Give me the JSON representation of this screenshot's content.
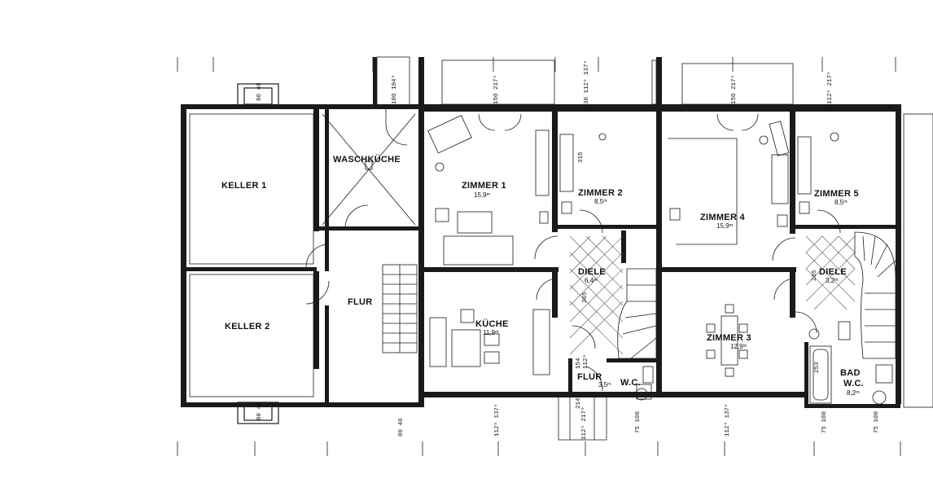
{
  "rooms": {
    "keller1": "KELLER  1",
    "keller2": "KELLER  2",
    "waschkueche": "WASCHKÜCHE",
    "flur_basement": "FLUR",
    "zimmer1": "ZIMMER  1",
    "zimmer1_area": "15,9ᵐ",
    "zimmer2": "ZIMMER  2",
    "zimmer2_area": "8,5ᵐ",
    "diele1": "DIELE",
    "diele1_area": "6,4ᵐ",
    "kueche": "KÜCHE",
    "kueche_area": "11,9ᵐ",
    "flur_ground": "FLUR",
    "flur_ground_area": "3,5ᵐ",
    "wc1": "W.C.",
    "zimmer4": "ZIMMER  4",
    "zimmer4_area": "15,9ᵐ",
    "zimmer5": "ZIMMER  5",
    "zimmer5_area": "8,5ᵐ",
    "diele2": "DIELE",
    "diele2_area": "3,2ᵐ",
    "zimmer3": "ZIMMER  3",
    "zimmer3_area": "12,9ᵐ",
    "bad": "BAD",
    "wc2": "W.C.",
    "bad_area": "8,2ᵐ"
  },
  "dimensions": {
    "d_80_40_top": "80 40",
    "d_80_40_bottom": "80 40",
    "d_100_1943": "100 194³",
    "d_150_2173_a": "150 217⁵",
    "d_30_1125_1373": "30 112⁵ 137⁵",
    "d_150_2173_b": "150 217⁵",
    "d_1125_2173": "112⁵ 217⁵",
    "d_315": "315",
    "d_365": "365",
    "d_80_40_flur": "80 40",
    "d_1125_1373_a": "112⁵ 137⁵",
    "d_1125_2173_b": "112⁵ 217⁵",
    "d_75_100_a": "75 100",
    "d_1124_1373": "112⁴ 137⁵",
    "d_75_100_b": "75 100",
    "d_75_100_c": "75 100",
    "d_235": "235",
    "d_253": "253",
    "d_154": "154",
    "d_2149": "214⁹",
    "d_1125_c": "112⁵"
  }
}
